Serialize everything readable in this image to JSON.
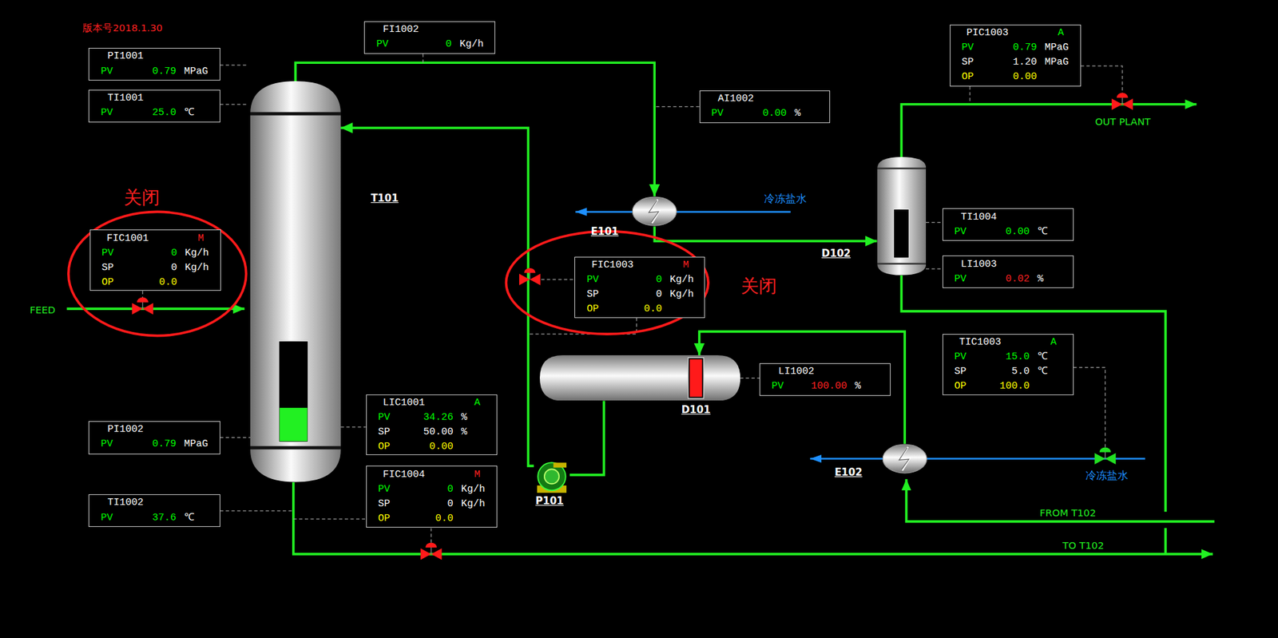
{
  "diagram": {
    "nodes": [
      {
        "text": [
          "FI1002",
          "PV",
          "0",
          "Kg/h"
        ]
      },
      {
        "text": [
          "PIC1003",
          "A",
          "PV",
          "0.79",
          "MPaG",
          "SP",
          "1.20",
          "MPaG",
          "OP",
          "0.00"
        ]
      },
      {
        "text": [
          "PI1001",
          "PV",
          "0.79",
          "MPaG"
        ]
      },
      {
        "text": [
          "TI1001",
          "PV",
          "25.0",
          "℃"
        ]
      },
      {
        "text": [
          "AI1002",
          "PV",
          "0.00",
          "%"
        ]
      },
      {
        "text": [
          "T101"
        ]
      },
      {
        "text": [
          "E101"
        ]
      },
      {
        "text": [
          "TI1004",
          "PV",
          "0.00",
          "℃"
        ]
      },
      {
        "text": [
          "FIC1001",
          "M",
          "PV",
          "0",
          "Kg/h",
          "SP",
          "0",
          "Kg/h",
          "OP",
          "0.0"
        ]
      },
      {
        "text": [
          "D102"
        ]
      },
      {
        "text": [
          "LI1003",
          "PV",
          "0.02",
          "%"
        ]
      },
      {
        "text": [
          "FIC1003",
          "M",
          "PV",
          "0",
          "Kg/h",
          "SP",
          "0",
          "Kg/h",
          "OP",
          "0.0"
        ]
      },
      {
        "text": [
          "TIC1003",
          "A",
          "PV",
          "15.0",
          "℃",
          "SP",
          "5.0",
          "℃",
          "OP",
          "100.0"
        ]
      },
      {
        "text": [
          "LI1002",
          "PV",
          "100.00",
          "%"
        ]
      },
      {
        "text": [
          "D101"
        ]
      },
      {
        "text": [
          "LIC1001",
          "A",
          "PV",
          "34.26",
          "%",
          "SP",
          "50.00",
          "%",
          "OP",
          "0.00"
        ]
      },
      {
        "text": [
          "PI1002",
          "PV",
          "0.79",
          "MPaG"
        ]
      },
      {
        "text": [
          "FIC1004",
          "M",
          "PV",
          "0",
          "Kg/h",
          "SP",
          "0",
          "Kg/h",
          "OP",
          "0.0"
        ]
      },
      {
        "text": [
          "P101"
        ]
      },
      {
        "text": [
          "E102"
        ]
      },
      {
        "text": [
          "TI1002",
          "PV",
          "37.6",
          "℃"
        ]
      }
    ],
    "edges": [
      {
        "from": 5,
        "to": 6,
        "arrow": "to"
      },
      {
        "from": 6,
        "to": 9,
        "arrow": "to"
      },
      {
        "from": 14,
        "to": 18,
        "arrow": "none"
      },
      {
        "from": 18,
        "to": 5,
        "arrow": "to"
      },
      {
        "from": 19,
        "to": 14,
        "arrow": "to"
      }
    ],
    "labels": [
      "版本号2018.1.30",
      "关闭",
      "冷冻盐水",
      "关闭",
      "FEED",
      "OUT PLANT",
      "冷冻盐水",
      "FROM T102",
      "TO T102"
    ]
  }
}
